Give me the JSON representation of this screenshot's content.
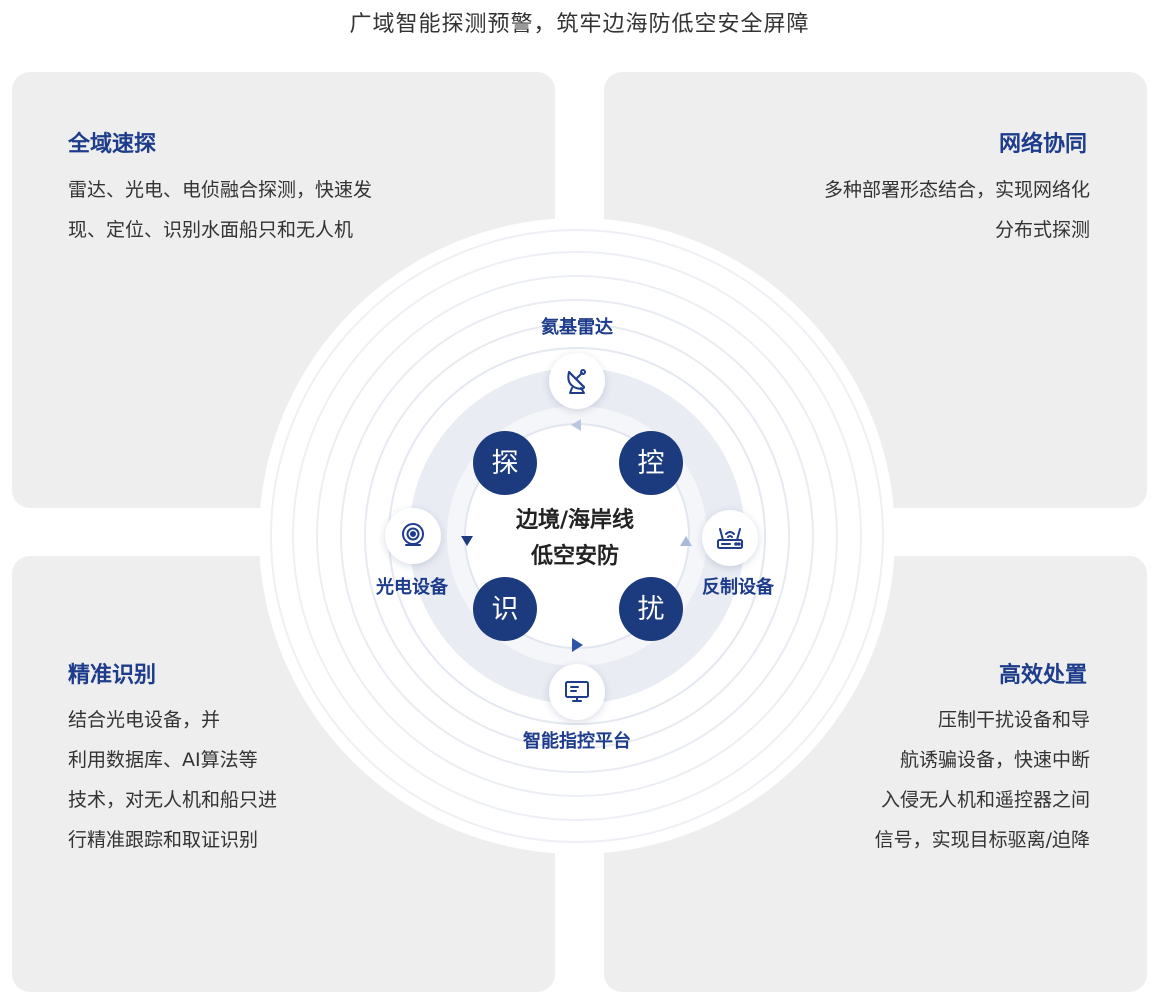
{
  "headline": "广域智能探测预警，筑牢边海防低空安全屏障",
  "panels": {
    "top_left": {
      "title": "全域速探",
      "lines": [
        "雷达、光电、电侦融合探测，快速发",
        "现、定位、识别水面船只和无人机"
      ]
    },
    "top_right": {
      "title": "网络协同",
      "lines": [
        "多种部署形态结合，实现网络化",
        "分布式探测"
      ]
    },
    "bottom_left": {
      "title": "精准识别",
      "lines": [
        "结合光电设备，并",
        "利用数据库、AI算法等",
        "技术，对无人机和船只进",
        "行精准跟踪和取证识别"
      ]
    },
    "bottom_right": {
      "title": "高效处置",
      "lines": [
        "压制干扰设备和导",
        "航诱骗设备，快速中断",
        "入侵无人机和遥控器之间",
        "信号，实现目标驱离/迫降"
      ]
    }
  },
  "center": {
    "line1": "边境/海岸线",
    "line2": "低空安防"
  },
  "badges": {
    "detect": "探",
    "control": "控",
    "identify": "识",
    "jam": "扰"
  },
  "nodes": {
    "radar": {
      "label": "氦基雷达",
      "icon": "satellite-dish-icon"
    },
    "countermeasure": {
      "label": "反制设备",
      "icon": "router-icon"
    },
    "platform": {
      "label": "智能指控平台",
      "icon": "monitor-icon"
    },
    "optical": {
      "label": "光电设备",
      "icon": "camera-icon"
    }
  },
  "colors": {
    "accent": "#1e3c8c",
    "badge": "#1c3a7e",
    "panel": "#eeeeef",
    "ring": "#e9ecf3",
    "arrow": "#a9bbd9"
  }
}
